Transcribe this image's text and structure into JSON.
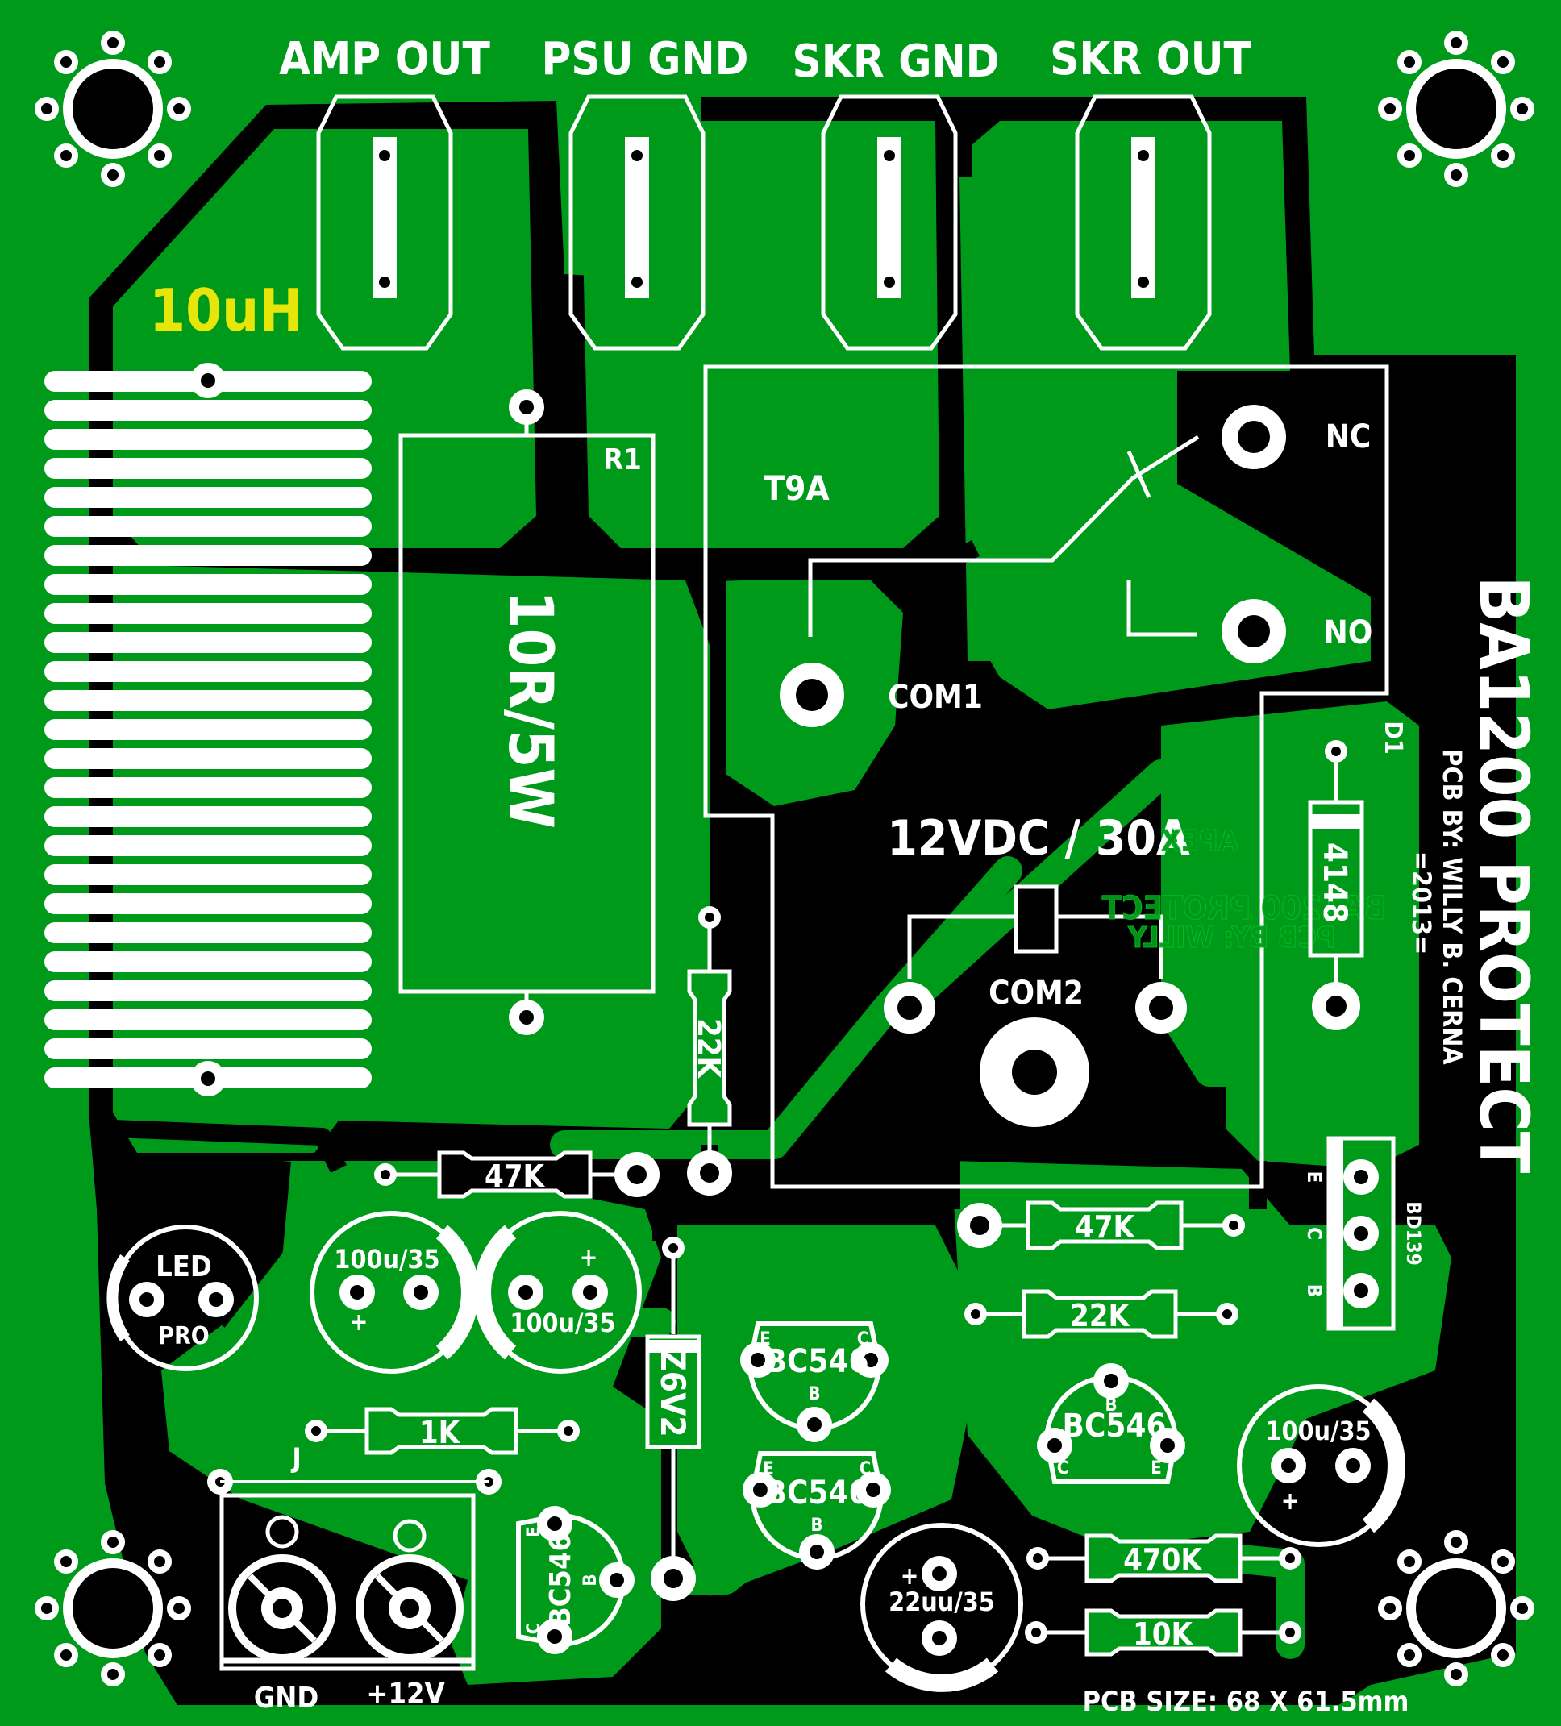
{
  "connectors": [
    "AMP OUT",
    "PSU GND",
    "SKR GND",
    "SKR OUT"
  ],
  "inductor": {
    "label": "10uH"
  },
  "relay": {
    "label": "12VDC / 30A",
    "outline_label": "T9A",
    "pins": {
      "nc": "NC",
      "no": "NO",
      "com1": "COM1",
      "com2": "COM2"
    }
  },
  "resistors": {
    "r1_ref": "R1",
    "r1_value": "10R/5W",
    "r_22k_vertical": "22K",
    "r_47k_left": "47K",
    "r_47k_right": "47K",
    "r_22k_right": "22K",
    "r_1k": "1K",
    "r_470k": "470K",
    "r_10k": "10K"
  },
  "diodes": {
    "d1_ref": "D1",
    "d1_value": "4148",
    "zener": "Z6V2"
  },
  "capacitors": {
    "c_left": "100u/35",
    "c_mid": "100u/35",
    "c_right": "100u/35",
    "c_bottom": "22uu/35",
    "plus": "+"
  },
  "transistors": {
    "q1": "BC546",
    "q2": "BC546",
    "q3": "BC546",
    "q4": "BC546",
    "e": "E",
    "b": "B",
    "c": "C",
    "bd139": "BD139"
  },
  "led": {
    "top": "LED",
    "bottom": "PRO"
  },
  "power_terminal": {
    "j": "J",
    "gnd": "GND",
    "v12": "+12V"
  },
  "title": {
    "name": "BA1200 PROTECT",
    "credit": "PCB BY: WILLY B. CERNA",
    "year": "=2013=",
    "size": "PCB SIZE: 68 X 61.5mm"
  },
  "mirrored_watermark": {
    "line1": "BA1200 PROTECT",
    "line2": "PCB BY: WILLY",
    "logo": "APEX"
  },
  "colors": {
    "board": "#009a1a",
    "copper_void": "#000000",
    "silkscreen": "#ffffff",
    "inductor_label": "#e6e60a"
  }
}
